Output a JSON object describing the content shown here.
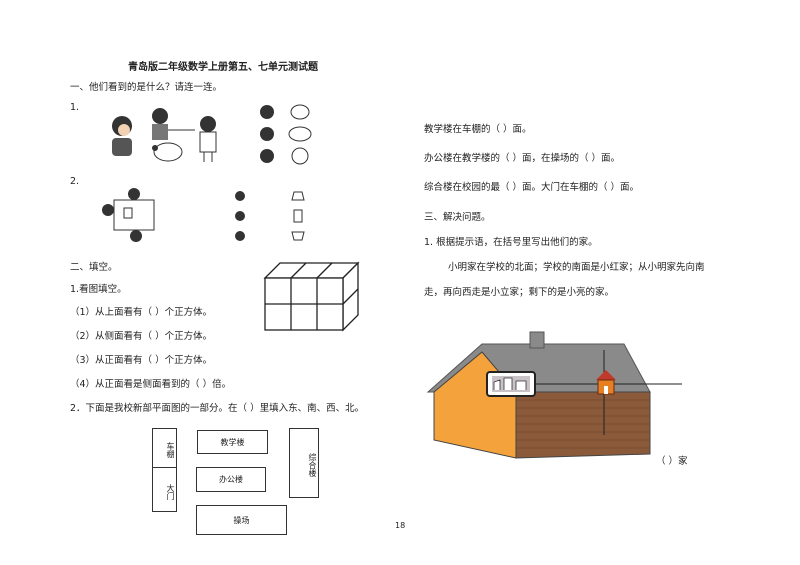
{
  "title": "青岛版二年级数学上册第五、七单元测试题",
  "section1": {
    "heading": "一、他们看到的是什么？请连一连。",
    "item1_num": "1.",
    "item2_num": "2."
  },
  "section2": {
    "heading": "二、填空。",
    "q1_intro": "1.看图填空。",
    "q1_lines": [
      "（1）从上面看有（    ）个正方体。",
      "（2）从侧面看有（    ）个正方体。",
      "（3）从正面看有（    ）个正方体。",
      "（4）从正面看是侧面看到的（    ）倍。"
    ],
    "q2_intro": "2．下面是我校新部平面图的一部分。在（ ）里填入东、南、西、北。",
    "map_labels": {
      "chepeng": "车棚",
      "jiaoxuelou": "教学楼",
      "zonghelou": "综合楼",
      "damen": "大门",
      "bangonglou": "办公楼",
      "caochang": "操场"
    },
    "right_lines": [
      "教学楼在车棚的（        ）面。",
      "办公楼在教学楼的（      ）面，在操场的（      ）面。",
      "综合楼在校园的最（      ）面。大门在车棚的（      ）面。"
    ]
  },
  "section3": {
    "heading": "三、解决问题。",
    "q1_intro": "1. 根据提示语，在括号里写出他们的家。",
    "q1_text_line1": "小明家在学校的北面；学校的南面是小红家；从小明家先向南",
    "q1_text_line2": "走，再向西走是小立家；剩下的是小亮的家。",
    "answer_blank": "（        ）家"
  },
  "page_number": "18",
  "colors": {
    "house_wall": "#f4a23c",
    "roof": "#8a8a8a",
    "brick": "#8b5a3a"
  }
}
